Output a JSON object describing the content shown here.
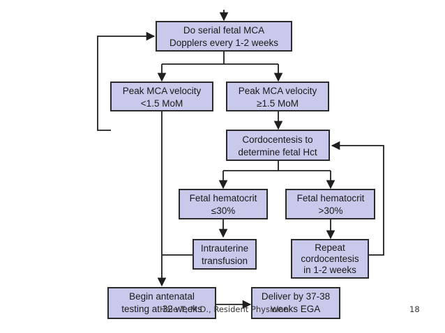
{
  "flowchart": {
    "nodes": {
      "serial": {
        "lines": [
          "Do serial fetal MCA",
          "Dopplers every 1-2 weeks"
        ]
      },
      "low_velocity": {
        "lines": [
          "Peak MCA velocity",
          "<1.5 MoM"
        ]
      },
      "high_velocity": {
        "lines": [
          "Peak MCA velocity",
          "≥1.5 MoM"
        ]
      },
      "cordocentesis": {
        "lines": [
          "Cordocentesis to",
          "determine fetal Hct"
        ]
      },
      "hct_low": {
        "lines": [
          "Fetal hematocrit",
          "≤30%"
        ]
      },
      "hct_high": {
        "lines": [
          "Fetal hematocrit",
          ">30%"
        ]
      },
      "transfusion": {
        "lines": [
          "Intrauterine",
          "transfusion"
        ]
      },
      "repeat": {
        "lines": [
          "Repeat",
          "cordocentesis",
          "in 1-2 weeks"
        ]
      },
      "antenatal": {
        "lines": [
          "Begin antenatal",
          "testing at 32 weeks"
        ]
      },
      "deliver": {
        "lines": [
          "Deliver by 37-38",
          "weeks EGA"
        ]
      }
    }
  },
  "footer": {
    "author": "Hale T, M.D., Resident Physician",
    "page": "18"
  }
}
